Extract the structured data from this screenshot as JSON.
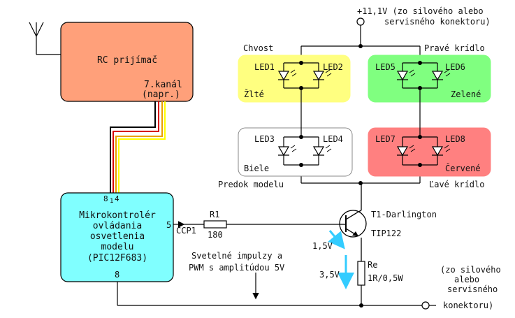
{
  "supply": {
    "top_label_1": "+11,1V (zo silového alebo",
    "top_label_2": "servisného konektoru)",
    "bottom_label_1": "(zo silového",
    "bottom_label_2": "alebo",
    "bottom_label_3": "servisného",
    "bottom_label_4": "konektoru)"
  },
  "receiver": {
    "label": "RC prijímač",
    "channel_1": "7.kanál",
    "channel_2": "(napr.)",
    "color": "#ffa07a"
  },
  "mcu": {
    "line1": "Mikrokontrolér",
    "line2": "ovládania",
    "line3": "osvetlenia",
    "line4": "modelu",
    "line5": "(PIC12F683)",
    "pin_8": "8",
    "pin_1": "1",
    "pin_4": "4",
    "pin_5": "5",
    "pin_bottom": "8",
    "ccp": "CCP1",
    "color": "#80ffff"
  },
  "led_groups": [
    {
      "name": "Chvost",
      "color_label": "Žlté",
      "led_a": "LED1",
      "led_b": "LED2",
      "fill": "#ffff80"
    },
    {
      "name": "Pravé krídlo",
      "color_label": "Zelené",
      "led_a": "LED5",
      "led_b": "LED6",
      "fill": "#80ff80"
    },
    {
      "name": "Predok modelu",
      "color_label": "Biele",
      "led_a": "LED3",
      "led_b": "LED4",
      "fill": "#ffffff"
    },
    {
      "name": "Ľavé krídlo",
      "color_label": "Červené",
      "led_a": "LED7",
      "led_b": "LED8",
      "fill": "#ff8080"
    }
  ],
  "components": {
    "r1_name": "R1",
    "r1_value": "180",
    "t1_name": "T1-Darlington",
    "t1_type": "TIP122",
    "re_name": "Re",
    "re_value": "1R/0,5W",
    "vbe": "1,5V",
    "vre": "3,5V"
  },
  "annotation": {
    "line1": "Svetelné impulzy a",
    "line2": "PWM s amplitúdou 5V"
  }
}
